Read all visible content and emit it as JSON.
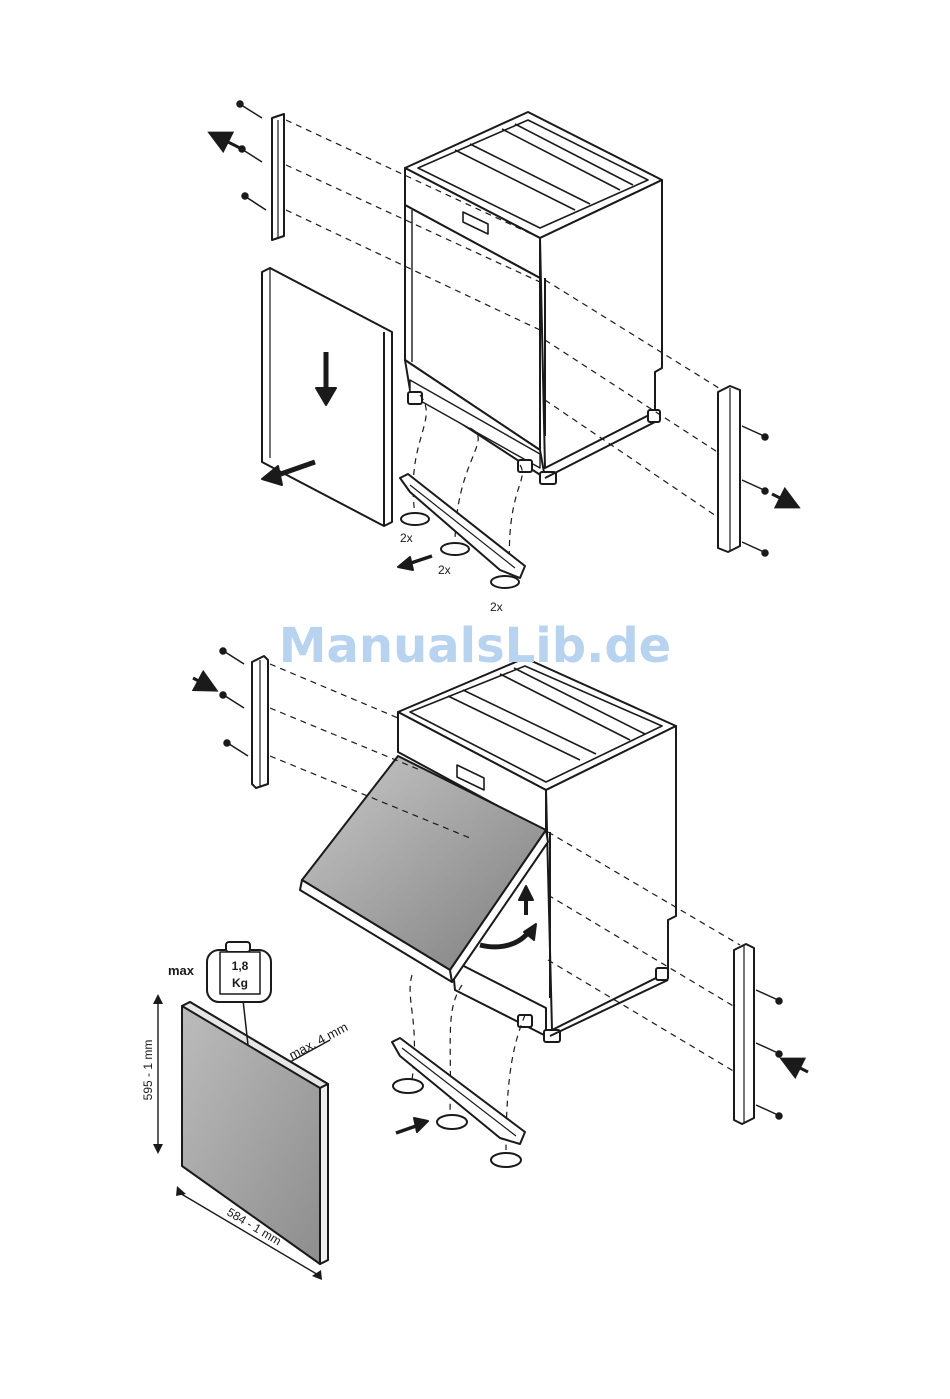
{
  "watermark": {
    "text": "ManualsLib.de",
    "color": "#b7d3ef"
  },
  "top_diagram": {
    "quantity_labels": [
      "2x",
      "2x",
      "2x"
    ]
  },
  "bottom_diagram": {
    "weight_badge": {
      "prefix": "max",
      "value": "1,8",
      "unit": "Kg"
    },
    "dimensions": {
      "thickness": "max. 4 mm",
      "height": "595 - 1 mm",
      "width": "584 - 1 mm"
    }
  },
  "colors": {
    "line": "#1a1a1a",
    "panel_gray_light": "#bdbdbd",
    "panel_gray_dark": "#8a8a8a"
  }
}
